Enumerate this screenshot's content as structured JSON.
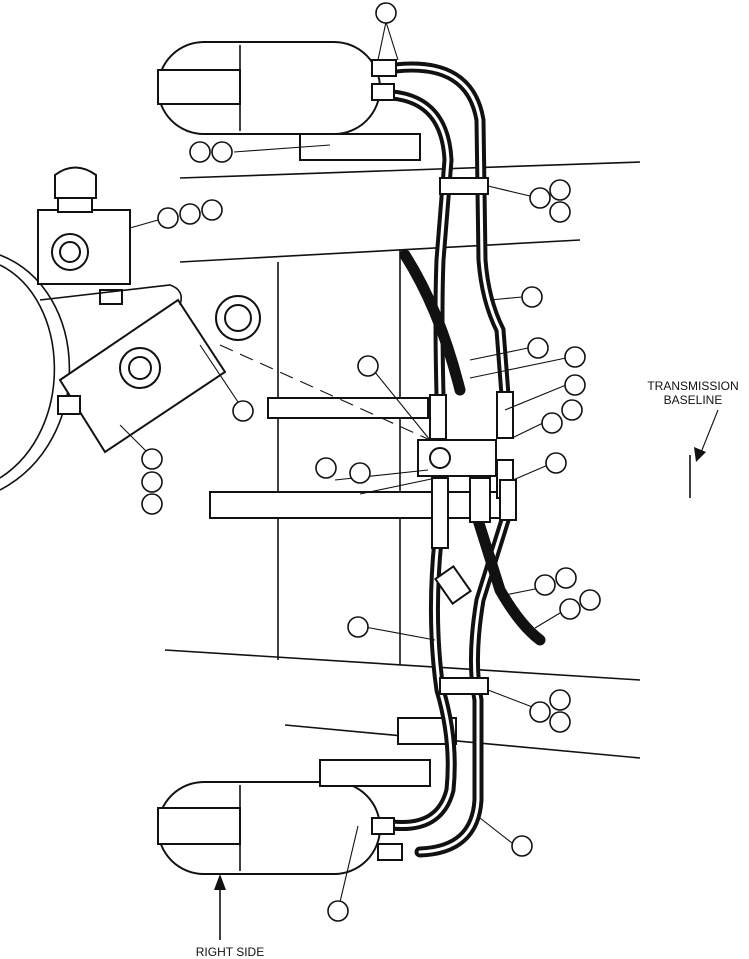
{
  "labels": {
    "transmission_line1": "TRANSMISSION",
    "transmission_line2": "BASELINE",
    "right_side": "RIGHT SIDE"
  },
  "colors": {
    "ink": "#111111",
    "paper": "#ffffff"
  }
}
